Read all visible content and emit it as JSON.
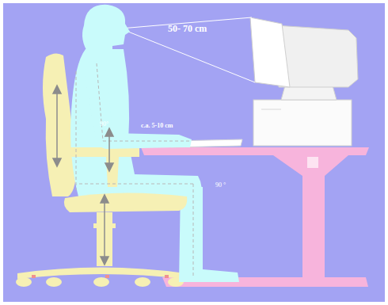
{
  "diagram": {
    "labels": [
      "50- 70 cm",
      "90°",
      "c.a. 5-10 cm",
      "90 °"
    ]
  }
}
